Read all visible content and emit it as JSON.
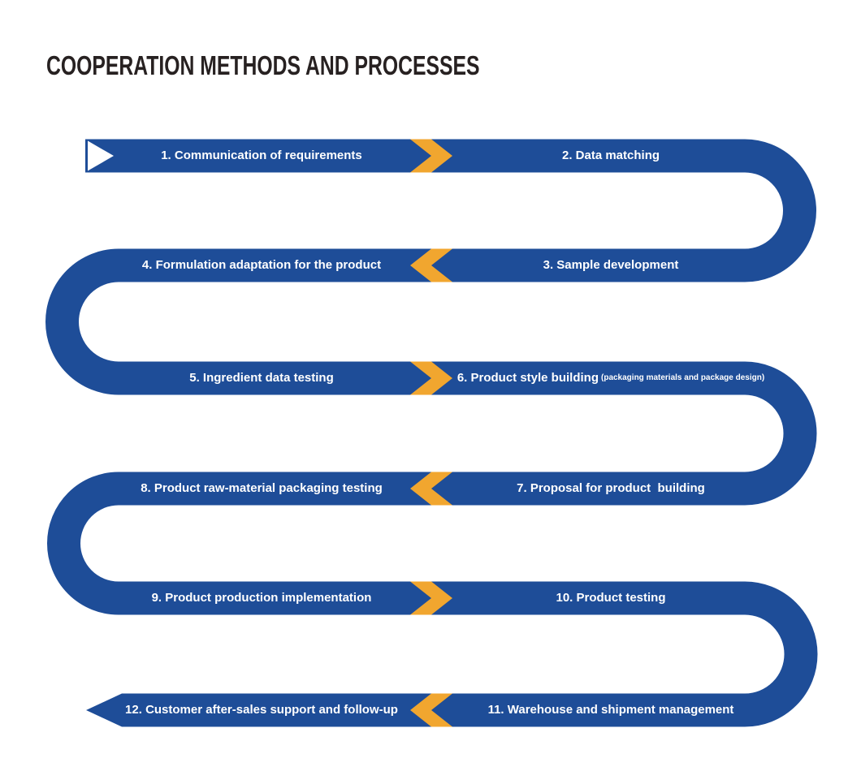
{
  "title": "COOPERATION METHODS AND PROCESSES",
  "colors": {
    "ribbon_blue": "#1E4D98",
    "chevron_yellow": "#F1A62F",
    "title_text": "#272121",
    "label_text": "#FFFFFF",
    "background": "#FFFFFF"
  },
  "flow_shape": "serpentine ribbon, 6 rows, starts with notched tail top-left, ends with left-pointing arrowhead bottom-left",
  "steps": [
    {
      "label": "1. Communication of requirements"
    },
    {
      "label": "2. Data matching"
    },
    {
      "label": "3. Sample development"
    },
    {
      "label": "4. Formulation adaptation for the product"
    },
    {
      "label": "5. Ingredient data testing"
    },
    {
      "label": "6. Product style building",
      "note": "(packaging materials and package design)"
    },
    {
      "label": "7. Proposal for product  building"
    },
    {
      "label": "8. Product raw-material packaging testing"
    },
    {
      "label": "9. Product production implementation"
    },
    {
      "label": "10. Product testing"
    },
    {
      "label": "11. Warehouse and shipment management"
    },
    {
      "label": "12. Customer after-sales support and follow-up"
    }
  ]
}
